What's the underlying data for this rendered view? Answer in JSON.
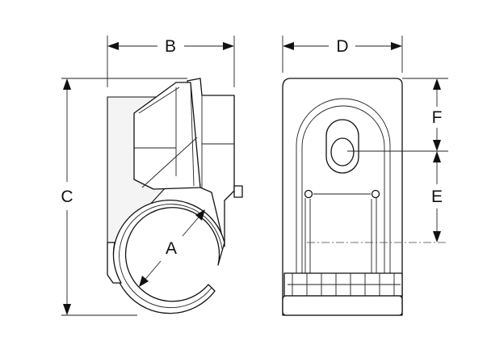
{
  "labels": {
    "a": "A",
    "b": "B",
    "c": "C",
    "d": "D",
    "e": "E",
    "f": "F"
  },
  "colors": {
    "line": "#111111",
    "fill": "#ffffff",
    "shade": "#f4f4f4"
  }
}
